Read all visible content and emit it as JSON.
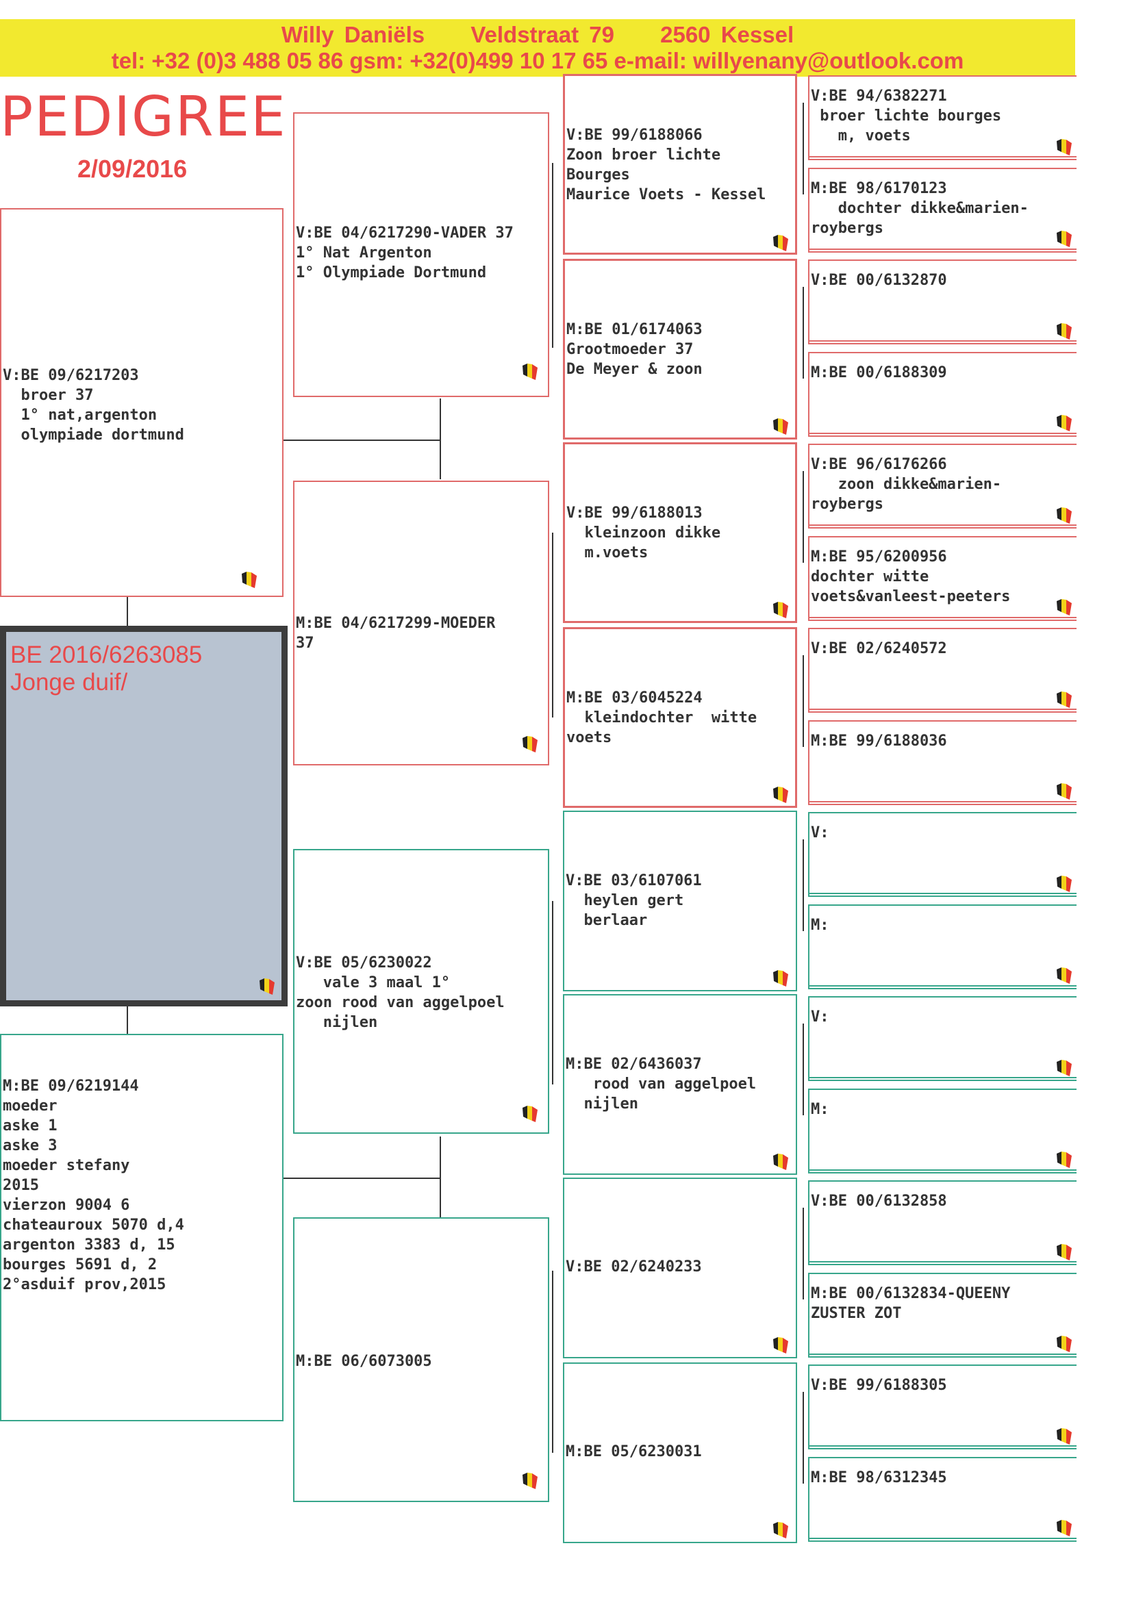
{
  "header": {
    "name": "Willy Daniëls",
    "street": "Veldstraat 79",
    "city": "2560 Kessel",
    "contact": "tel: +32 (0)3 488 05 86 gsm: +32(0)499 10 17 65 e-mail: willyenany@outlook.com"
  },
  "title": "PEDIGREE",
  "date": "2/09/2016",
  "subject": {
    "ring": "BE 2016/6263085",
    "name": "Jonge duif/"
  },
  "gen1": {
    "father": "V:BE 09/6217203\n  broer 37\n  1° nat,argenton\n  olympiade dortmund",
    "mother": "M:BE 09/6219144\nmoeder\naske 1\naske 3\nmoeder stefany\n2015\nvierzon 9004 6\nchateauroux 5070 d,4\nargenton 3383 d, 15\nbourges 5691 d, 2\n2°asduif prov,2015"
  },
  "gen2": [
    "V:BE 04/6217290-VADER 37\n1° Nat Argenton\n1° Olympiade Dortmund",
    "M:BE 04/6217299-MOEDER\n37",
    "V:BE 05/6230022\n   vale 3 maal 1°\nzoon rood van aggelpoel\n   nijlen",
    "M:BE 06/6073005"
  ],
  "gen3": [
    "V:BE 99/6188066\nZoon broer lichte\nBourges\nMaurice Voets - Kessel",
    "M:BE 01/6174063\nGrootmoeder 37\nDe Meyer & zoon",
    "V:BE 99/6188013\n  kleinzoon dikke\n  m.voets",
    "M:BE 03/6045224\n  kleindochter  witte\nvoets",
    "V:BE 03/6107061\n  heylen gert\n  berlaar",
    "M:BE 02/6436037\n   rood van aggelpoel\n  nijlen",
    "V:BE 02/6240233",
    "M:BE 05/6230031"
  ],
  "gen4": [
    "V:BE 94/6382271\n broer lichte bourges\n   m, voets",
    "M:BE 98/6170123\n   dochter dikke&marien-\nroybergs",
    "V:BE 00/6132870",
    "M:BE 00/6188309",
    "V:BE 96/6176266\n   zoon dikke&marien-\nroybergs",
    "M:BE 95/6200956\ndochter witte\nvoets&vanleest-peeters",
    "V:BE 02/6240572",
    "M:BE 99/6188036",
    "V:",
    "M:",
    "V:",
    "M:",
    "V:BE 00/6132858",
    "M:BE 00/6132834-QUEENY\nZUSTER ZOT",
    "V:BE 99/6188305",
    "M:BE 98/6312345"
  ],
  "colors": {
    "red_frame": "#e06a6a",
    "green_frame": "#37a68b",
    "header_bg": "#f2e92f",
    "header_text": "#e8494a",
    "subject_bg": "#b8c3d1"
  },
  "icons": {
    "flag": "belgium-map-flag-icon"
  }
}
